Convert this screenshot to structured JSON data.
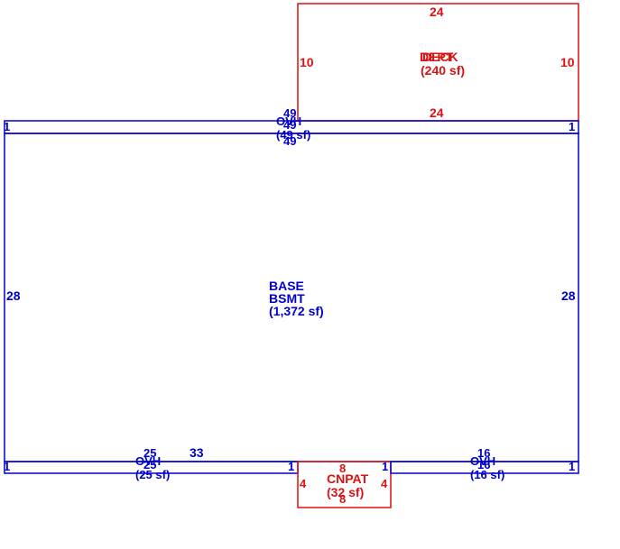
{
  "colors": {
    "blue": "#0000cc",
    "red": "#dd1111"
  },
  "deck": {
    "name_a": "DECK",
    "name_b": "DEPT",
    "area": "(240 sf)",
    "dim_top": "24",
    "dim_bottom": "24",
    "dim_left": "10",
    "dim_right": "10"
  },
  "ovh_top": {
    "name": "OVH",
    "area": "(49 sf)",
    "dim_top": "49",
    "dim_bottom": "49",
    "dim_mid": "49",
    "dim_left": "1",
    "dim_right": "1"
  },
  "base": {
    "name": "BASE",
    "sub": "BSMT",
    "area": "(1,372 sf)",
    "dim_left": "28",
    "dim_right": "28",
    "dim_bottom_seg": "33"
  },
  "ovh_bottom_left": {
    "name": "OVH",
    "area": "(25 sf)",
    "dim_top": "25",
    "dim_mid": "25",
    "dim_left": "1",
    "dim_right": "1"
  },
  "cnpat": {
    "name": "CNPAT",
    "area": "(32 sf)",
    "dim_top": "8",
    "dim_bottom": "8",
    "dim_left": "4",
    "dim_right": "4"
  },
  "ovh_bottom_right": {
    "name": "OVH",
    "area": "(16 sf)",
    "dim_top": "16",
    "dim_mid": "16",
    "dim_left": "1",
    "dim_right": "1"
  }
}
